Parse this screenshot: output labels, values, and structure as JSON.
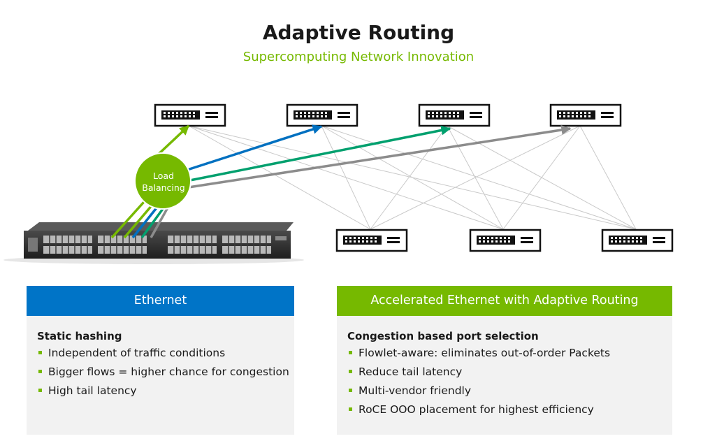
{
  "title": "Adaptive Routing",
  "subtitle": "Supercomputing Network Innovation",
  "diagram": {
    "load_balancer_label": "Load Balancing",
    "arrow_colors": [
      "#76b900",
      "#0070c0",
      "#00a06e",
      "#8c8c8c"
    ],
    "top_switch_count": 4,
    "bottom_switch_count": 3
  },
  "panels": {
    "left": {
      "header": "Ethernet",
      "heading": "Static hashing",
      "bullets": [
        "Independent of traffic conditions",
        "Bigger flows = higher chance for congestion",
        "High tail latency"
      ]
    },
    "right": {
      "header": "Accelerated Ethernet with Adaptive Routing",
      "heading": "Congestion based port selection",
      "bullets": [
        "Flowlet-aware: eliminates out-of-order Packets",
        "Reduce tail latency",
        "Multi-vendor friendly",
        "RoCE OOO placement for highest efficiency"
      ]
    }
  }
}
